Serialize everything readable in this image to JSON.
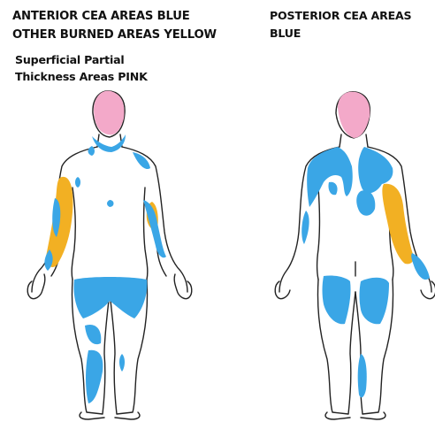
{
  "labels": {
    "anterior": "ANTERIOR CEA AREAS BLUE\nOTHER BURNED AREAS YELLOW",
    "superficial": "Superficial Partial\nThickness Areas PINK",
    "posterior": "POSTERIOR CEA AREAS\nBLUE"
  },
  "colors": {
    "cea_blue": "#3aa6e6",
    "burn_yellow": "#f2b023",
    "superficial_pink": "#f3a9c9",
    "outline": "#222222"
  }
}
